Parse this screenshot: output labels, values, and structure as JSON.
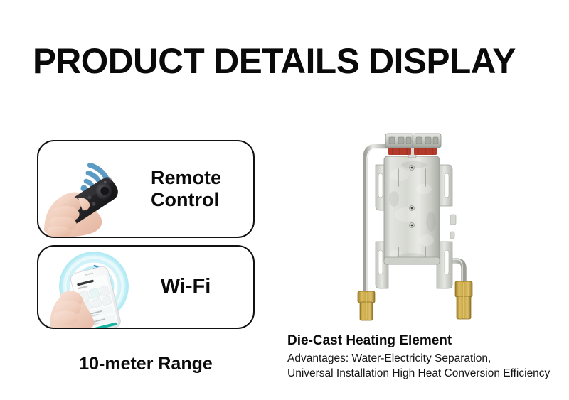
{
  "page": {
    "title": "PRODUCT DETAILS DISPLAY",
    "background_color": "#ffffff",
    "text_color": "#0b0b0b"
  },
  "features": {
    "cards": [
      {
        "id": "remote",
        "label": "Remote\nControl",
        "icon": "remote-control-in-hand",
        "signal_color": "#5b9bc4",
        "device_color": "#1d1d1f"
      },
      {
        "id": "wifi",
        "label": "Wi-Fi",
        "icon": "smartphone-app-in-hand",
        "signal_color": "#9fe3ef",
        "accent_color": "#1fb6a4"
      }
    ],
    "range_caption": "10-meter Range"
  },
  "product": {
    "image_name": "die-cast-heating-element",
    "title": "Die-Cast Heating Element",
    "advantages_lines": [
      "Advantages: Water-Electricity Separation,",
      "Universal Installation High Heat Conversion Efficiency"
    ],
    "colors": {
      "body_metal": "#d8d8d2",
      "tube_metal": "#c9cac4",
      "brass": "#c6a343",
      "terminal_red": "#b3392b"
    }
  }
}
